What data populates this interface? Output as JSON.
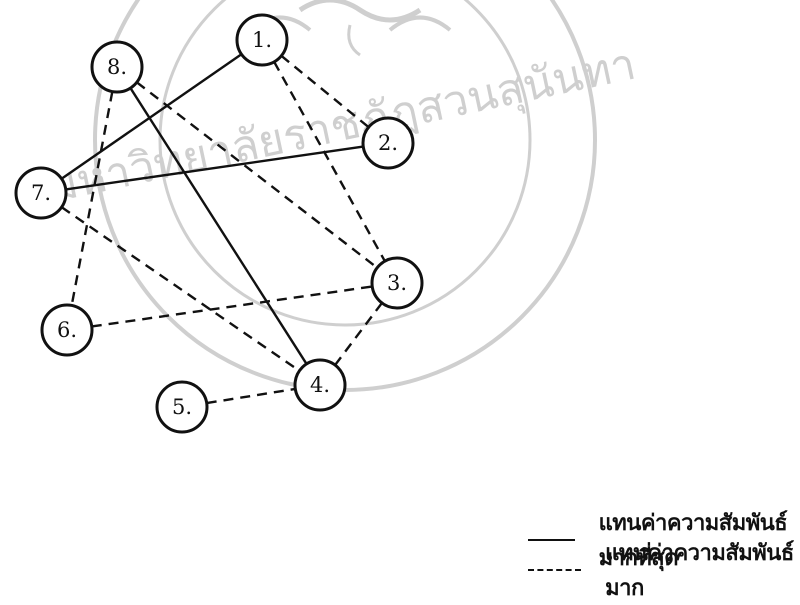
{
  "diagram": {
    "watermark_text": "มหาวิทยาลัยราชภัฏสวนสุนันทา",
    "watermark_color": "#c9c9c9",
    "line_color": "#111111",
    "nodes": [
      {
        "id": "1",
        "label": "1."
      },
      {
        "id": "2",
        "label": "2."
      },
      {
        "id": "3",
        "label": "3."
      },
      {
        "id": "4",
        "label": "4."
      },
      {
        "id": "5",
        "label": "5."
      },
      {
        "id": "6",
        "label": "6."
      },
      {
        "id": "7",
        "label": "7."
      },
      {
        "id": "8",
        "label": "8."
      }
    ],
    "edges": [
      {
        "from": "1",
        "to": "7",
        "style": "solid"
      },
      {
        "from": "7",
        "to": "2",
        "style": "solid"
      },
      {
        "from": "8",
        "to": "4",
        "style": "solid"
      },
      {
        "from": "1",
        "to": "2",
        "style": "dashed"
      },
      {
        "from": "1",
        "to": "3",
        "style": "dashed"
      },
      {
        "from": "8",
        "to": "3",
        "style": "dashed"
      },
      {
        "from": "8",
        "to": "6",
        "style": "dashed"
      },
      {
        "from": "7",
        "to": "4",
        "style": "dashed"
      },
      {
        "from": "6",
        "to": "3",
        "style": "dashed"
      },
      {
        "from": "3",
        "to": "4",
        "style": "dashed"
      },
      {
        "from": "5",
        "to": "4",
        "style": "dashed"
      }
    ]
  },
  "legend": {
    "solid_label": "แทนค่าความสัมพันธ์มากที่สุด",
    "dashed_label": "แทนค่าความสัมพันธ์มาก"
  }
}
